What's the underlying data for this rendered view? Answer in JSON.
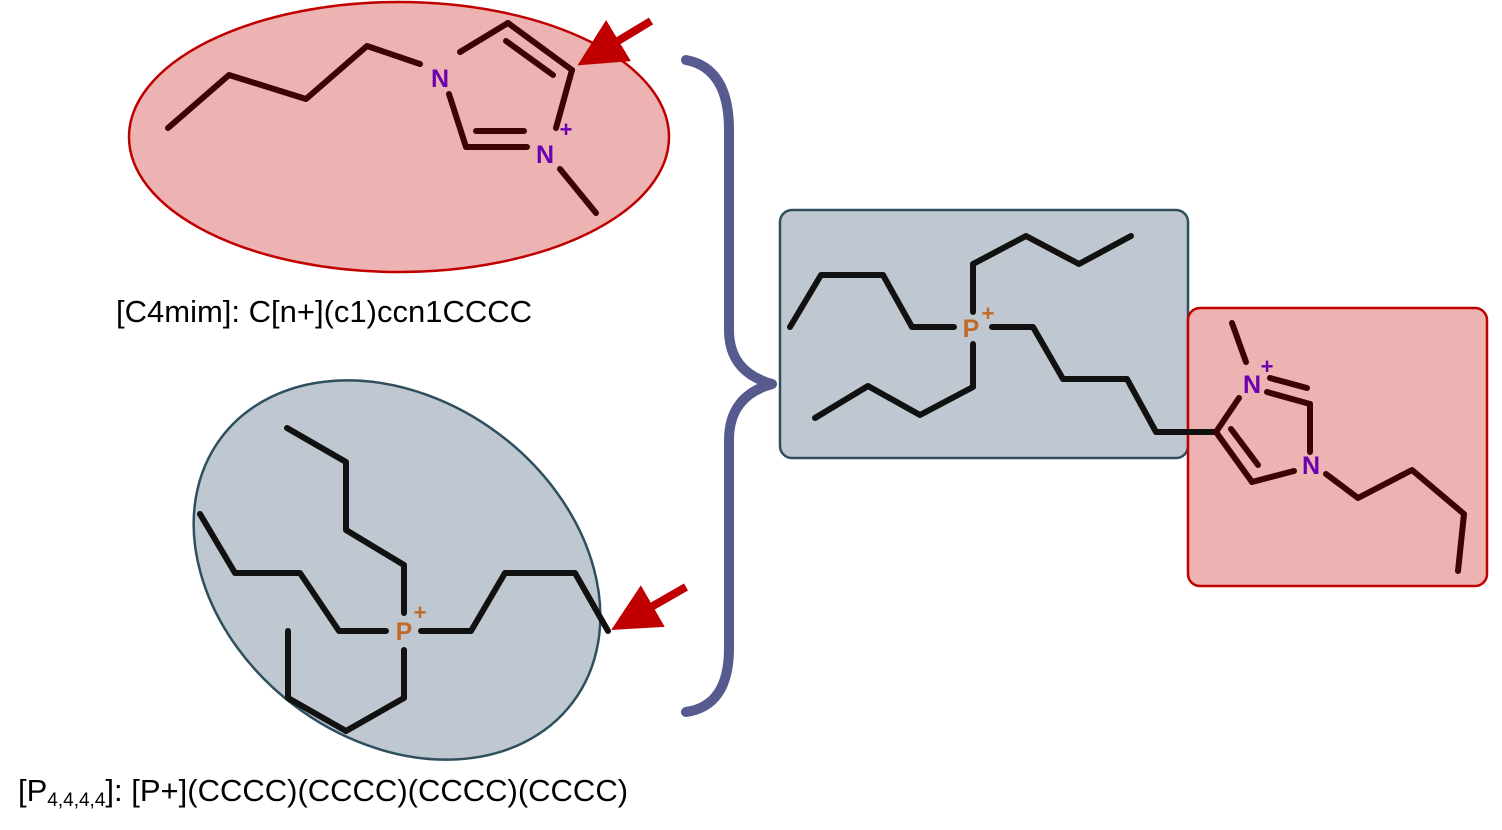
{
  "captions": {
    "c4mim": "[C4mim]: C[n+](c1)ccn1CCCC",
    "p4444_prefix": "[P",
    "p4444_subscript": "4,4,4,4",
    "p4444_suffix": "]: [P+](CCCC)(CCCC)(CCCC)(CCCC)"
  },
  "atoms": {
    "nitrogen": "N",
    "phosphorus": "P",
    "plus": "+"
  },
  "colors": {
    "c4mim_fill": "#edb2b2",
    "c4mim_stroke": "#c00000",
    "p4444_fill": "#bfc8d0",
    "p4444_stroke": "#2f4f5f",
    "bond_c4mim": "#3a0404",
    "bond_p4444": "#111111",
    "nitrogen_label": "#6a00b0",
    "phosphorus_label": "#c06a28",
    "brace": "#575a8f",
    "arrow": "#c00000"
  }
}
